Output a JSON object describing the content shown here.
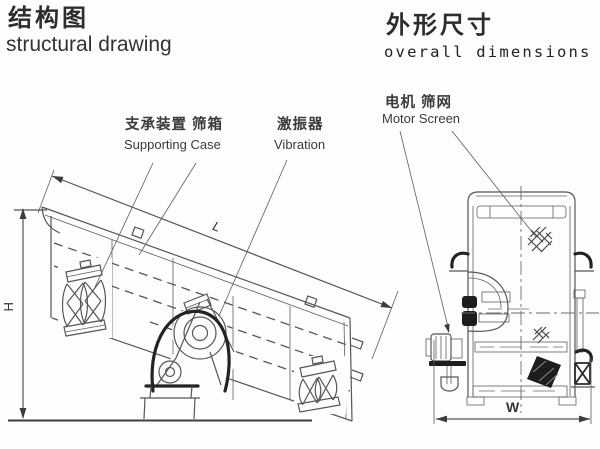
{
  "titles": {
    "left_zh": "结构图",
    "left_en": "structural drawing",
    "right_zh": "外形尺寸",
    "right_en": "overall dimensions"
  },
  "callouts": {
    "supporting_case_zh": "支承装置 筛箱",
    "supporting_case_en": "Supporting Case",
    "vibrator_zh": "激振器",
    "vibrator_en": "Vibration",
    "motor_screen_zh": "电机 筛网",
    "motor_screen_en": "Motor Screen"
  },
  "dimension_labels": {
    "height": "H",
    "length": "L",
    "width": "W"
  },
  "colors": {
    "line": "#565656",
    "dark": "#1d1d1d",
    "background": "#fdfdfc"
  }
}
